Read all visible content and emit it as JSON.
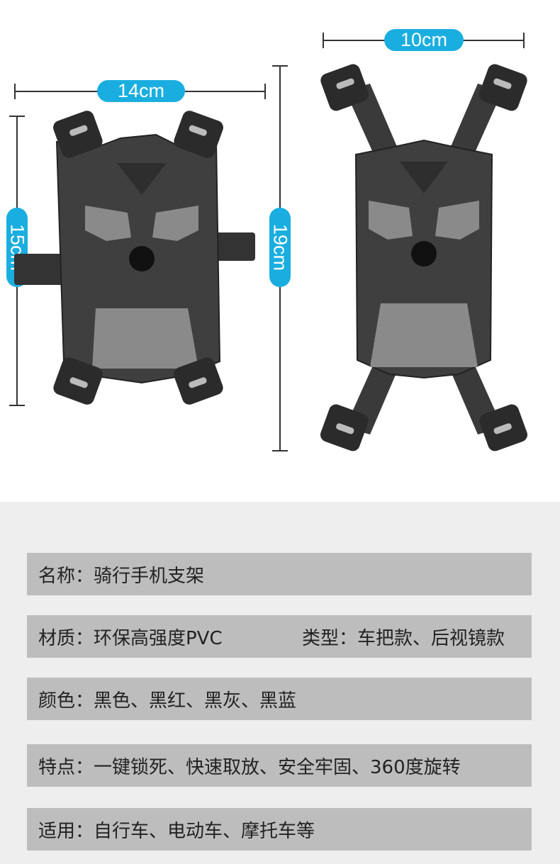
{
  "dimensions": {
    "width_top": "14cm",
    "width_expanded": "10cm",
    "height_left": "15cm",
    "height_right": "19cm"
  },
  "specs": {
    "name": "名称：骑行手机支架",
    "material": "材质：环保高强度PVC",
    "type": "类型：车把款、后视镜款",
    "colors": "颜色：黑色、黑红、黑灰、黑蓝",
    "features": "特点：一键锁死、快速取放、安全牢固、360度旋转",
    "suitable": "适用：自行车、电动车、摩托车等"
  },
  "colors": {
    "accent": "#1aaee0",
    "body_dark": "#3f3f3f",
    "body_grey": "#8a8a8a",
    "panel_bg": "#eeeeee",
    "bar_bg": "#bdbdbd"
  }
}
